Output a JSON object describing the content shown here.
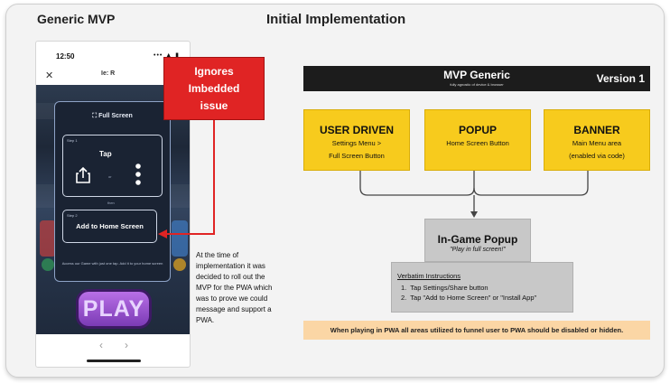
{
  "headings": {
    "left": "Generic MVP",
    "center": "Initial Implementation"
  },
  "phone": {
    "status_time": "12:50",
    "status_icons": "••• ▲ ▮",
    "close_glyph": "✕",
    "app_title": "Ie: R",
    "modal": {
      "header_icon": "⛶",
      "header": "Full Screen",
      "step1_label": "Step 1",
      "tap": "Tap",
      "or": "or",
      "share_icon": "share-icon",
      "more_icon": "vertical-dots-icon",
      "then": "then",
      "step2_label": "Step 2",
      "add_home": "Add to Home Screen",
      "footer": "Access our Game with just one tap. Add it to your home screen"
    },
    "play": "PLAY",
    "nav_back": "‹",
    "nav_forward": "›"
  },
  "callout": {
    "line1": "Ignores",
    "line2": "Imbedded",
    "line3": "issue",
    "color": "#e02424"
  },
  "side_note": "At the time of implementation it was decided to roll out the MVP for the PWA which was to prove we could message and support a PWA.",
  "diagram": {
    "title": "MVP Generic",
    "subtitle": "fully agnostic of device & browser",
    "version": "Version 1",
    "boxes": [
      {
        "title": "USER DRIVEN",
        "sub1": "Settings Menu >",
        "sub2": "Full Screen Button"
      },
      {
        "title": "POPUP",
        "sub1": "Home Screen Button",
        "sub2": ""
      },
      {
        "title": "BANNER",
        "sub1": "Main Menu area",
        "sub2": "(enabled via code)"
      }
    ],
    "box_color": "#f7cb1d",
    "popup": {
      "title": "In-Game Popup",
      "subtitle": "\"Play in full screen!\"",
      "instructions_heading": "Verbatim Instructions",
      "instructions": [
        "Tap Settings/Share button",
        "Tap \"Add to Home Screen\" or \"Install App\""
      ]
    },
    "note": "When playing in PWA all areas utilized to funnel user to PWA should be disabled or hidden.",
    "note_color": "#fbd6a5"
  }
}
